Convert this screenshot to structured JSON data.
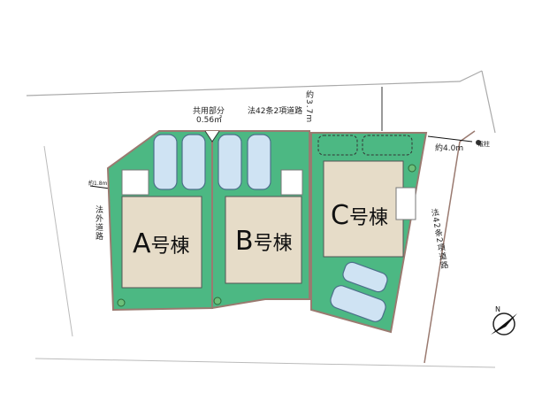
{
  "roads": {
    "top": "法42条2項道路",
    "right": "法42条2項道路",
    "left": "法外道路"
  },
  "dimensions": {
    "top_width": "約3.7m",
    "right_width": "約4.0m",
    "left_width": "約1.8m"
  },
  "shared_area": {
    "label": "共用部分",
    "area": "0.56㎡"
  },
  "pole": "電柱",
  "buildings": [
    {
      "letter": "A",
      "suffix": "号棟"
    },
    {
      "letter": "B",
      "suffix": "号棟"
    },
    {
      "letter": "C",
      "suffix": "号棟"
    }
  ],
  "colors": {
    "lot": "#4cb883",
    "house": "#e6dcc8",
    "road_edge": "#9a7a70"
  }
}
